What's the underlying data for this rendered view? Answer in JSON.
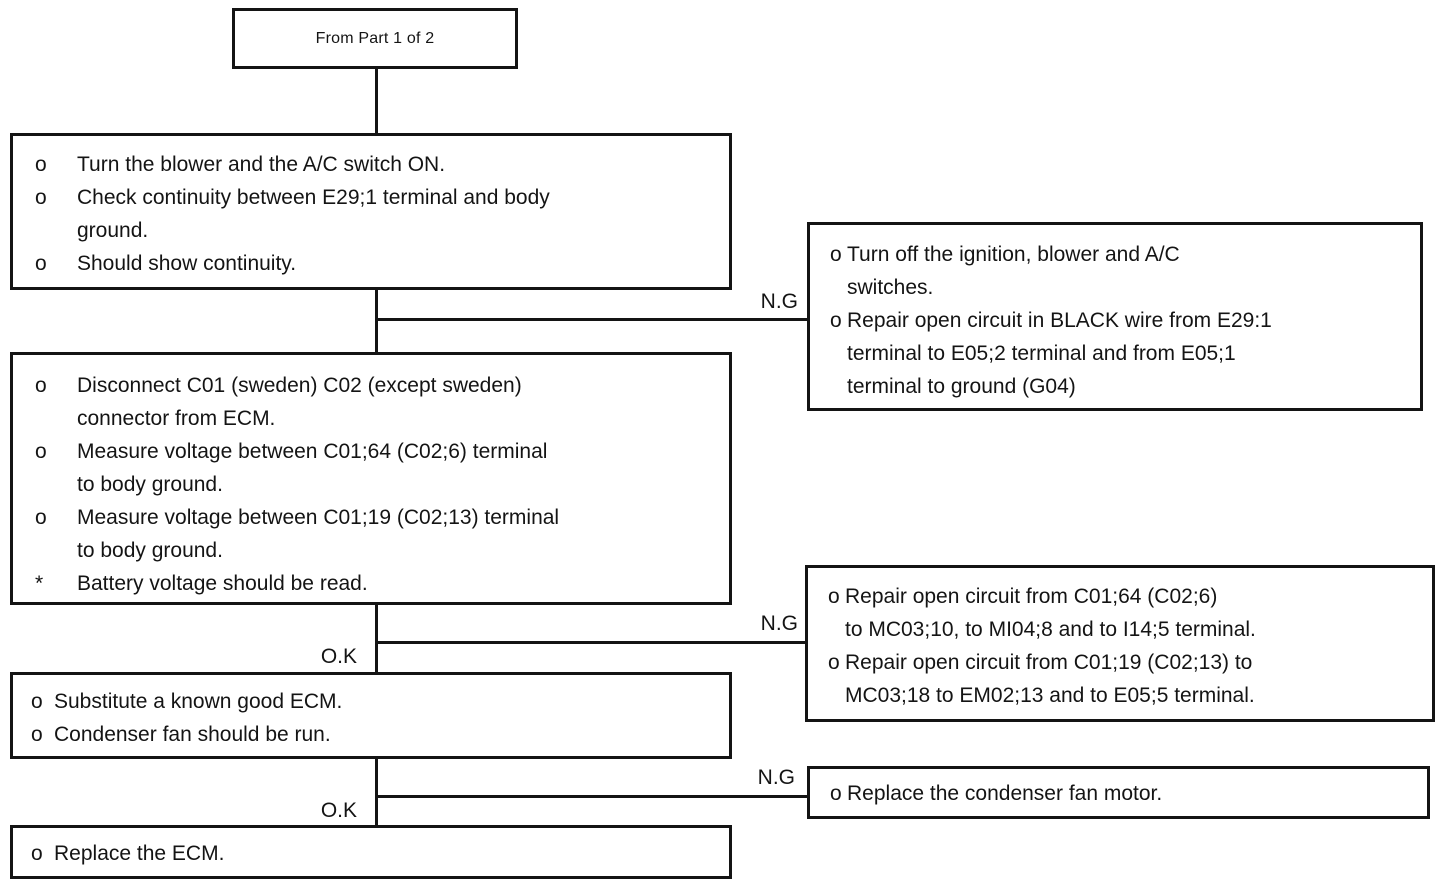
{
  "flow": {
    "start_label": "From Part 1 of 2",
    "ng_label": "N.G",
    "ok_label": "O.K",
    "steps": {
      "step1": {
        "lines": [
          {
            "b": "o",
            "t": "Turn the blower and the A/C switch ON."
          },
          {
            "b": "o",
            "t": "Check continuity between E29;1 terminal and body\nground."
          },
          {
            "b": "o",
            "t": "Should show continuity."
          }
        ]
      },
      "step2": {
        "lines": [
          {
            "b": "o",
            "t": "Disconnect C01 (sweden) C02 (except sweden)\nconnector from ECM."
          },
          {
            "b": "o",
            "t": "Measure voltage between C01;64 (C02;6) terminal\nto body ground."
          },
          {
            "b": "o",
            "t": "Measure voltage between C01;19 (C02;13) terminal\nto body ground."
          },
          {
            "b": "*",
            "t": "Battery voltage should be read."
          }
        ]
      },
      "step3": {
        "lines": [
          {
            "b": "o",
            "t": "Substitute a known good ECM."
          },
          {
            "b": "o",
            "t": "Condenser fan should be run."
          }
        ]
      },
      "step4": {
        "lines": [
          {
            "b": "o",
            "t": "Replace the ECM."
          }
        ]
      },
      "ng1": {
        "lines": [
          {
            "b": "o",
            "t": "Turn off the ignition, blower and A/C\nswitches."
          },
          {
            "b": "o",
            "t": "Repair open circuit in BLACK wire from E29:1\nterminal to E05;2 terminal and from E05;1\nterminal to ground (G04)"
          }
        ]
      },
      "ng2": {
        "lines": [
          {
            "b": "o",
            "t": "Repair open circuit from C01;64 (C02;6)\nto MC03;10, to MI04;8 and to I14;5 terminal."
          },
          {
            "b": "o",
            "t": "Repair open circuit from C01;19 (C02;13) to\nMC03;18 to EM02;13 and to E05;5 terminal."
          }
        ]
      },
      "ng3": {
        "lines": [
          {
            "b": "o",
            "t": "Replace the condenser fan motor."
          }
        ]
      }
    }
  }
}
